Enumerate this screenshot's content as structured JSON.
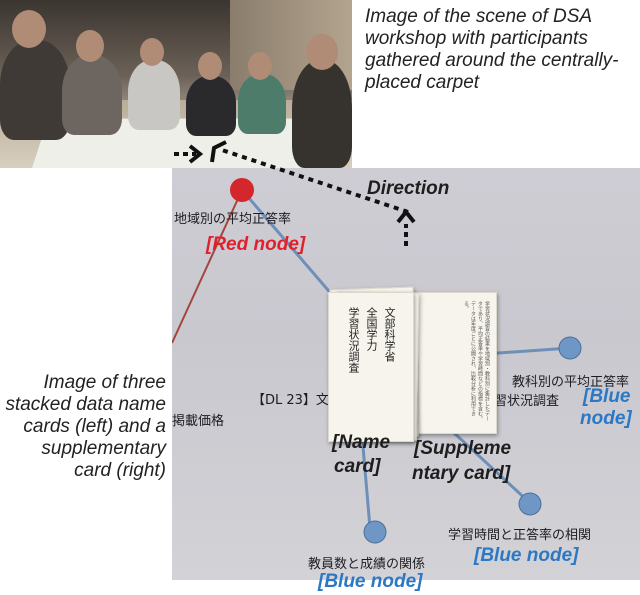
{
  "captions": {
    "top": "Image of the scene of DSA workshop with participants gathered around the centrally-placed carpet",
    "left": "Image of three stacked data name cards (left) and a supplementary card (right)"
  },
  "annotations": {
    "direction": "Direction",
    "red_node": "[Red node]",
    "blue_node_right_1": "[Blue",
    "blue_node_right_2": "node]",
    "blue_node_mid": "[Blue node]",
    "blue_node_bottom": "[Blue node]",
    "name_card_1": "[Name",
    "name_card_2": "card]",
    "supp_card_1": "[Suppleme",
    "supp_card_2": "ntary card]"
  },
  "map_labels": {
    "red_node_label": "地域別の平均正答率",
    "right_label": "教科別の平均正答率",
    "right_label_2": "習状況調査",
    "left_label": "掲載価格",
    "dl_label": "【DL 23】文",
    "mid_label": "学習時間と正答率の相関",
    "bottom_label": "教員数と成績の関係"
  },
  "name_card": {
    "col1": "文部科学省",
    "col2": "全国学力",
    "col3": "学習状況調査"
  },
  "colors": {
    "red_node": "#d3262d",
    "blue_node": "#6f97c6",
    "edge": "#6e8fb8",
    "red_tag": "#e0212b",
    "blue_tag": "#2b78c4"
  }
}
